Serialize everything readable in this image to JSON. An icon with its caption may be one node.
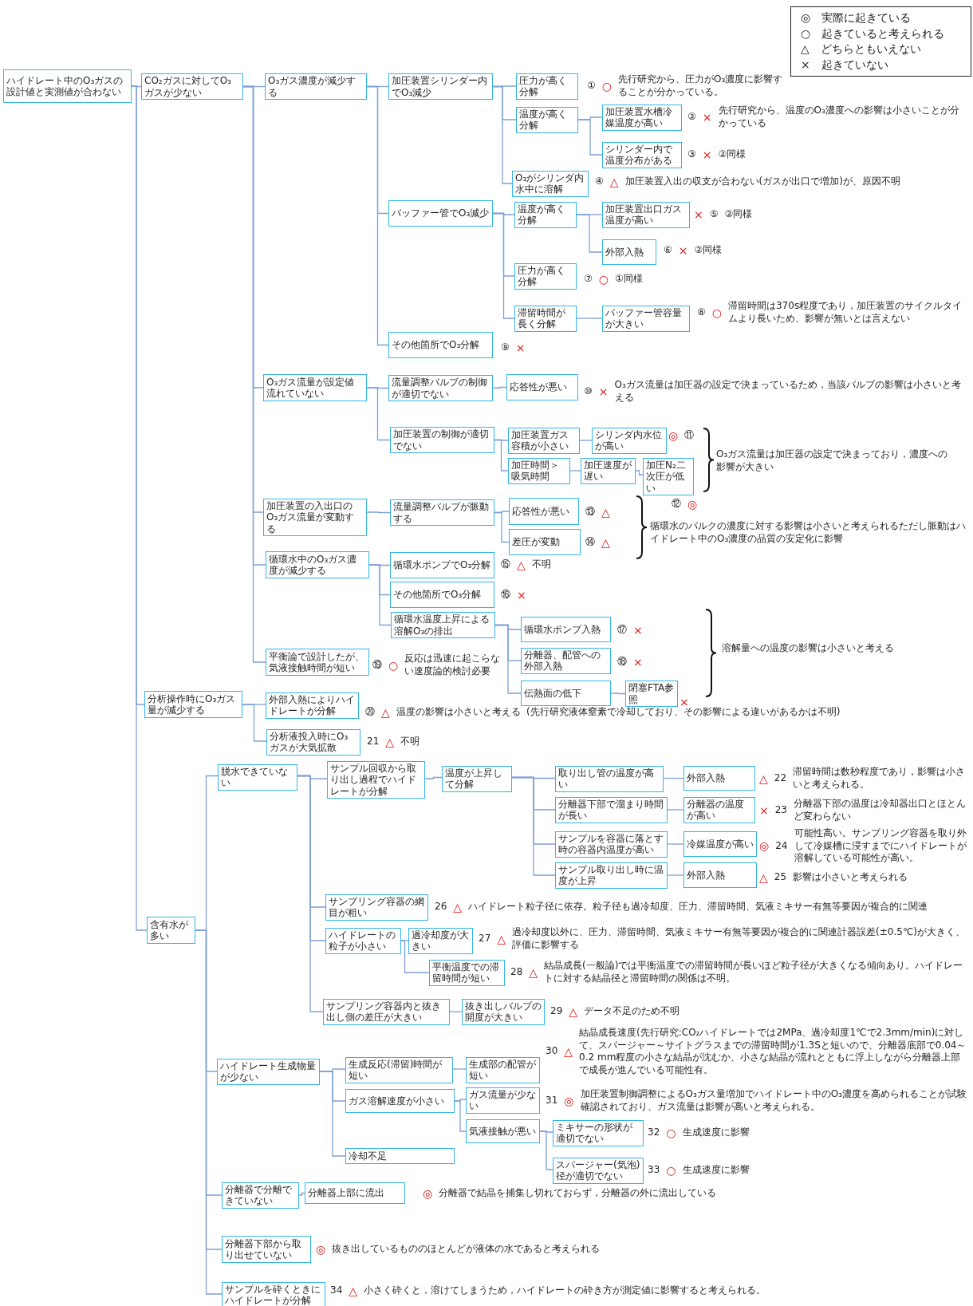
{
  "diagram": {
    "nodes": [
      {
        "text": [
          "ハイドレート中のO₃ガスの設計値と実測値が合わない"
        ]
      },
      {
        "text": [
          "CO₂ガスに対してO₃ガスが少ない"
        ]
      },
      {
        "text": [
          "O₃ガス濃度が減少する"
        ]
      },
      {
        "text": [
          "加圧装置シリンダー内でO₃減少"
        ]
      },
      {
        "text": [
          "圧力が高く分解"
        ],
        "beside": [
          "①",
          "○",
          "先行研究から、圧力がO₃濃度に影響することが分かっている。"
        ]
      },
      {
        "text": [
          "温度が高く分解"
        ]
      },
      {
        "text": [
          "加圧装置水槽冷媒温度が高い"
        ],
        "beside": [
          "②",
          "×",
          "先行研究から、温度のO₃濃度への影響は小さいことが分かっている"
        ]
      },
      {
        "text": [
          "シリンダー内で温度分布がある"
        ],
        "beside": [
          "③",
          "×",
          "②同様"
        ]
      },
      {
        "text": [
          "O₃がシリンダ内水中に溶解"
        ],
        "beside": [
          "④",
          "△",
          "加圧装置入出の収支が合わない(ガスが出口で増加)が、原因不明"
        ]
      },
      {
        "text": [
          "バッファー管でO₃減少"
        ]
      },
      {
        "text": [
          "温度が高く分解"
        ]
      },
      {
        "text": [
          "加圧装置出口ガス温度が高い"
        ],
        "beside": [
          "×",
          "⑤",
          "②同様"
        ]
      },
      {
        "text": [
          "外部入熱"
        ],
        "beside": [
          "⑥",
          "×",
          "②同様"
        ]
      },
      {
        "text": [
          "圧力が高く分解"
        ],
        "beside": [
          "⑦",
          "○",
          "①同様"
        ]
      },
      {
        "text": [
          "滞留時間が長く分解"
        ]
      },
      {
        "text": [
          "バッファー管容量が大きい"
        ],
        "beside": [
          "⑧",
          "○",
          "滞留時間は370s程度であり，加圧装置のサイクルタイムより長いため、影響が無いとは言えない"
        ]
      },
      {
        "text": [
          "その他箇所でO₃分解"
        ],
        "beside": [
          "⑨",
          "×"
        ]
      },
      {
        "text": [
          "O₃ガス流量が設定値流れていない"
        ]
      },
      {
        "text": [
          "流量調整バルブの制御が適切でない"
        ]
      },
      {
        "text": [
          "応答性が悪い"
        ],
        "beside": [
          "⑩",
          "×",
          "O₃ガス流量は加圧器の設定で決まっているため，当該バルブの影響は小さいと考える"
        ]
      },
      {
        "text": [
          "加圧装置の制御が適切でない"
        ]
      },
      {
        "text": [
          "加圧装置ガス容積が小さい"
        ]
      },
      {
        "text": [
          "シリンダ内水位が高い"
        ],
        "beside": [
          "◎",
          "⑪"
        ]
      },
      {
        "text": [
          "加圧時間＞吸気時間"
        ]
      },
      {
        "text": [
          "加圧速度が遅い"
        ]
      },
      {
        "text": [
          "加圧N₂二次圧が低い"
        ],
        "beside": [
          "⑫",
          "◎"
        ]
      },
      {
        "text": [
          "加圧装置の入出口のO₃ガス流量が変動する"
        ]
      },
      {
        "text": [
          "流量調整バルブが脈動する"
        ]
      },
      {
        "text": [
          "応答性が悪い"
        ],
        "beside": [
          "⑬",
          "△"
        ]
      },
      {
        "text": [
          "差圧が変動"
        ],
        "beside": [
          "⑭",
          "△"
        ]
      },
      {
        "text": [
          "循環水中のO₃ガス濃度が減少する"
        ]
      },
      {
        "text": [
          "循環水ポンプでO₃分解"
        ],
        "beside": [
          "⑮",
          "△",
          "不明"
        ]
      },
      {
        "text": [
          "その他箇所でO₃分解"
        ],
        "beside": [
          "⑯",
          "×"
        ]
      },
      {
        "text": [
          "循環水温度上昇による溶解O₃の排出"
        ]
      },
      {
        "text": [
          "循環水ポンプ入熱"
        ],
        "beside": [
          "⑰",
          "×"
        ]
      },
      {
        "text": [
          "分離器、配管への外部入熱"
        ],
        "beside": [
          "⑱",
          "×"
        ]
      },
      {
        "text": [
          "伝熱面の低下"
        ]
      },
      {
        "text": [
          "閉塞FTA参照"
        ],
        "beside": [
          "×"
        ]
      },
      {
        "text": [
          "平衡論で設計したが、気液接触時間が短い"
        ],
        "beside": [
          "⑲",
          "○",
          "反応は迅速に起こらない速度論的検討必要"
        ]
      },
      {
        "text": [
          "分析操作時にO₃ガス量が減少する"
        ]
      },
      {
        "text": [
          "外部入熱によりハイドレートが分解"
        ],
        "beside": [
          "⑳",
          "△",
          "温度の影響は小さいと考える"
        ]
      },
      {
        "text": [
          "分析液投入時にO₃ガスが大気拡散"
        ],
        "beside": [
          "21",
          "△",
          "不明"
        ]
      },
      {
        "text": [
          "含有水が多い"
        ]
      },
      {
        "text": [
          "脱水できていない"
        ]
      },
      {
        "text": [
          "サンプル回収から取り出し過程でハイドレートが分解"
        ]
      },
      {
        "text": [
          "温度が上昇して分解"
        ]
      },
      {
        "text": [
          "取り出し管の温度が高い"
        ]
      },
      {
        "text": [
          "外部入熱"
        ],
        "beside": [
          "△",
          "22",
          "滞留時間は数秒程度であり，影響は小さいと考えられる。"
        ]
      },
      {
        "text": [
          "分離器下部で溜まり時間が長い"
        ]
      },
      {
        "text": [
          "分離器の温度が高い"
        ],
        "beside": [
          "×",
          "23",
          "分離器下部の温度は冷却器出口とほとんど変わらない"
        ]
      },
      {
        "text": [
          "サンプルを容器に落とす時の容器内温度が高い"
        ]
      },
      {
        "text": [
          "冷媒温度が高い"
        ],
        "beside": [
          "◎",
          "24",
          "可能性高い。サンプリング容器を取り外して冷媒槽に浸すまでにハイドレートが溶解している可能性が高い。"
        ]
      },
      {
        "text": [
          "サンプル取り出し時に温度が上昇"
        ]
      },
      {
        "text": [
          "外部入熱"
        ],
        "beside": [
          "△",
          "25",
          "影響は小さいと考えられる"
        ]
      },
      {
        "text": [
          "サンプリング容器の網目が粗い"
        ],
        "beside": [
          "26",
          "△",
          "ハイドレート粒子径に依存。粒子径も過冷却度、圧力、滞留時間、気液ミキサー有無等要因が複合的に関連"
        ]
      },
      {
        "text": [
          "ハイドレートの粒子が小さい"
        ]
      },
      {
        "text": [
          "過冷却度が大きい"
        ],
        "beside": [
          "27",
          "△",
          "過冷却度以外に、圧力、滞留時間、気液ミキサー有無等要因が複合的に関連計器誤差(±0.5℃)が大きく、評価に影響する"
        ]
      },
      {
        "text": [
          "平衡温度での滞留時間が短い"
        ],
        "beside": [
          "28",
          "△",
          "結晶成長(一般論)では平衡温度での滞留時間が長いほど粒子径が大きくなる傾向あり。ハイドレートに対する結晶径と滞留時間の関係は不明。"
        ]
      },
      {
        "text": [
          "サンプリング容器内と抜き出し側の差圧が大きい"
        ]
      },
      {
        "text": [
          "抜き出しバルブの開度が大きい"
        ],
        "beside": [
          "29",
          "△",
          "データ不足のため不明"
        ]
      },
      {
        "text": [
          "ハイドレート生成物量が少ない"
        ]
      },
      {
        "text": [
          "生成反応(滞留)時間が短い"
        ]
      },
      {
        "text": [
          "生成部の配管が短い"
        ],
        "beside": [
          "30",
          "△",
          "結晶成長速度(先行研究:CO₂ハイドレートでは2MPa、過冷却度1℃で2.3mm/min)に対して、スパージャー～サイトグラスまでの滞留時間が1.3Sと短いので、分離器底部で0.04～0.2 mm程度の小さな結晶が沈むか、小さな結晶が流れとともに浮上しながら分離器上部で成長が進んでいる可能性有。"
        ]
      },
      {
        "text": [
          "ガス溶解速度が小さい"
        ]
      },
      {
        "text": [
          "ガス流量が少ない"
        ],
        "beside": [
          "31",
          "◎",
          "加圧装置制御調整によるO₃ガス量増加でハイドレート中のO₃濃度を高められることが試験確認されており、ガス流量は影響が高いと考えられる。"
        ]
      },
      {
        "text": [
          "気液接触が悪い"
        ]
      },
      {
        "text": [
          "ミキサーの形状が適切でない"
        ],
        "beside": [
          "32",
          "○",
          "生成速度に影響"
        ]
      },
      {
        "text": [
          "スパージャー(気泡)径が適切でない"
        ],
        "beside": [
          "33",
          "○",
          "生成速度に影響"
        ]
      },
      {
        "text": [
          "冷却不足"
        ]
      },
      {
        "text": [
          "分離器で分離できていない"
        ]
      },
      {
        "text": [
          "分離器上部に流出"
        ],
        "beside": [
          "◎",
          "分離器で結晶を捕集し切れておらず，分離器の外に流出している"
        ]
      },
      {
        "text": [
          "分離器下部から取り出せていない"
        ],
        "beside": [
          "◎",
          "抜き出しているもののほとんどが液体の水であると考えられる"
        ]
      },
      {
        "text": [
          "サンプルを砕くときにハイドレートが分解"
        ],
        "beside": [
          "34",
          "△",
          "小さく砕くと，溶けてしまうため，ハイドレートの砕き方が測定値に影響すると考えられる。"
        ]
      }
    ],
    "edges": [
      {
        "from": 0,
        "to": 1,
        "arrow": "none"
      },
      {
        "from": 1,
        "to": 2,
        "arrow": "none"
      },
      {
        "from": 2,
        "to": 3,
        "arrow": "none"
      },
      {
        "from": 3,
        "to": 4,
        "arrow": "none"
      },
      {
        "from": 3,
        "to": 5,
        "arrow": "none"
      },
      {
        "from": 5,
        "to": 6,
        "arrow": "none"
      },
      {
        "from": 5,
        "to": 7,
        "arrow": "none"
      },
      {
        "from": 3,
        "to": 8,
        "arrow": "none"
      },
      {
        "from": 2,
        "to": 9,
        "arrow": "none"
      },
      {
        "from": 9,
        "to": 10,
        "arrow": "none"
      },
      {
        "from": 10,
        "to": 11,
        "arrow": "none"
      },
      {
        "from": 10,
        "to": 12,
        "arrow": "none"
      },
      {
        "from": 9,
        "to": 13,
        "arrow": "none"
      },
      {
        "from": 9,
        "to": 14,
        "arrow": "none"
      },
      {
        "from": 14,
        "to": 15,
        "arrow": "none"
      },
      {
        "from": 2,
        "to": 16,
        "arrow": "none"
      },
      {
        "from": 1,
        "to": 17,
        "arrow": "none"
      },
      {
        "from": 17,
        "to": 18,
        "arrow": "none"
      },
      {
        "from": 18,
        "to": 19,
        "arrow": "none"
      },
      {
        "from": 17,
        "to": 20,
        "arrow": "none"
      },
      {
        "from": 20,
        "to": 21,
        "arrow": "none"
      },
      {
        "from": 21,
        "to": 22,
        "arrow": "none"
      },
      {
        "from": 20,
        "to": 23,
        "arrow": "none"
      },
      {
        "from": 23,
        "to": 24,
        "arrow": "none"
      },
      {
        "from": 24,
        "to": 25,
        "arrow": "none"
      },
      {
        "from": 1,
        "to": 26,
        "arrow": "none"
      },
      {
        "from": 26,
        "to": 27,
        "arrow": "none"
      },
      {
        "from": 27,
        "to": 28,
        "arrow": "none"
      },
      {
        "from": 27,
        "to": 29,
        "arrow": "none"
      },
      {
        "from": 1,
        "to": 30,
        "arrow": "none"
      },
      {
        "from": 30,
        "to": 31,
        "arrow": "none"
      },
      {
        "from": 30,
        "to": 32,
        "arrow": "none"
      },
      {
        "from": 30,
        "to": 33,
        "arrow": "none"
      },
      {
        "from": 33,
        "to": 34,
        "arrow": "none"
      },
      {
        "from": 33,
        "to": 35,
        "arrow": "none"
      },
      {
        "from": 33,
        "to": 36,
        "arrow": "none"
      },
      {
        "from": 36,
        "to": 37,
        "arrow": "none"
      },
      {
        "from": 1,
        "to": 38,
        "arrow": "none"
      },
      {
        "from": 0,
        "to": 39,
        "arrow": "none"
      },
      {
        "from": 39,
        "to": 40,
        "arrow": "none"
      },
      {
        "from": 39,
        "to": 41,
        "arrow": "none"
      },
      {
        "from": 0,
        "to": 42,
        "arrow": "none"
      },
      {
        "from": 42,
        "to": 43,
        "arrow": "none"
      },
      {
        "from": 43,
        "to": 44,
        "arrow": "none"
      },
      {
        "from": 44,
        "to": 45,
        "arrow": "none"
      },
      {
        "from": 45,
        "to": 46,
        "arrow": "none"
      },
      {
        "from": 46,
        "to": 47,
        "arrow": "none"
      },
      {
        "from": 45,
        "to": 48,
        "arrow": "none"
      },
      {
        "from": 48,
        "to": 49,
        "arrow": "none"
      },
      {
        "from": 45,
        "to": 50,
        "arrow": "none"
      },
      {
        "from": 50,
        "to": 51,
        "arrow": "none"
      },
      {
        "from": 45,
        "to": 52,
        "arrow": "none"
      },
      {
        "from": 52,
        "to": 53,
        "arrow": "none"
      },
      {
        "from": 43,
        "to": 54,
        "arrow": "none"
      },
      {
        "from": 43,
        "to": 55,
        "arrow": "none"
      },
      {
        "from": 55,
        "to": 56,
        "arrow": "none"
      },
      {
        "from": 55,
        "to": 57,
        "arrow": "none"
      },
      {
        "from": 43,
        "to": 58,
        "arrow": "none"
      },
      {
        "from": 58,
        "to": 59,
        "arrow": "none"
      },
      {
        "from": 42,
        "to": 60,
        "arrow": "none"
      },
      {
        "from": 60,
        "to": 61,
        "arrow": "none"
      },
      {
        "from": 61,
        "to": 62,
        "arrow": "none"
      },
      {
        "from": 60,
        "to": 63,
        "arrow": "none"
      },
      {
        "from": 63,
        "to": 64,
        "arrow": "none"
      },
      {
        "from": 63,
        "to": 65,
        "arrow": "none"
      },
      {
        "from": 65,
        "to": 66,
        "arrow": "none"
      },
      {
        "from": 65,
        "to": 67,
        "arrow": "none"
      },
      {
        "from": 60,
        "to": 68,
        "arrow": "none"
      },
      {
        "from": 42,
        "to": 69,
        "arrow": "none"
      },
      {
        "from": 69,
        "to": 70,
        "arrow": "none"
      },
      {
        "from": 42,
        "to": 71,
        "arrow": "none"
      },
      {
        "from": 42,
        "to": 72,
        "arrow": "none"
      }
    ],
    "labels": [
      "O₃ガス流量は加圧器の設定で決まっており，濃度への影響が大きい",
      "循環水のバルクの濃度に対する影響は小さいと考えられるただし脈動はハイドレート中のO₃濃度の品質の安定化に影響",
      "溶解量への温度の影響は小さいと考える",
      "(先行研究液体窒素で冷却しており、その影響による違いがあるかは不明)"
    ],
    "legend": [
      {
        "text": "◎　実際に起きている"
      },
      {
        "text": "○　起きていると考えられる"
      },
      {
        "text": "△　どちらともいえない"
      },
      {
        "text": "×　起きていない"
      }
    ]
  }
}
